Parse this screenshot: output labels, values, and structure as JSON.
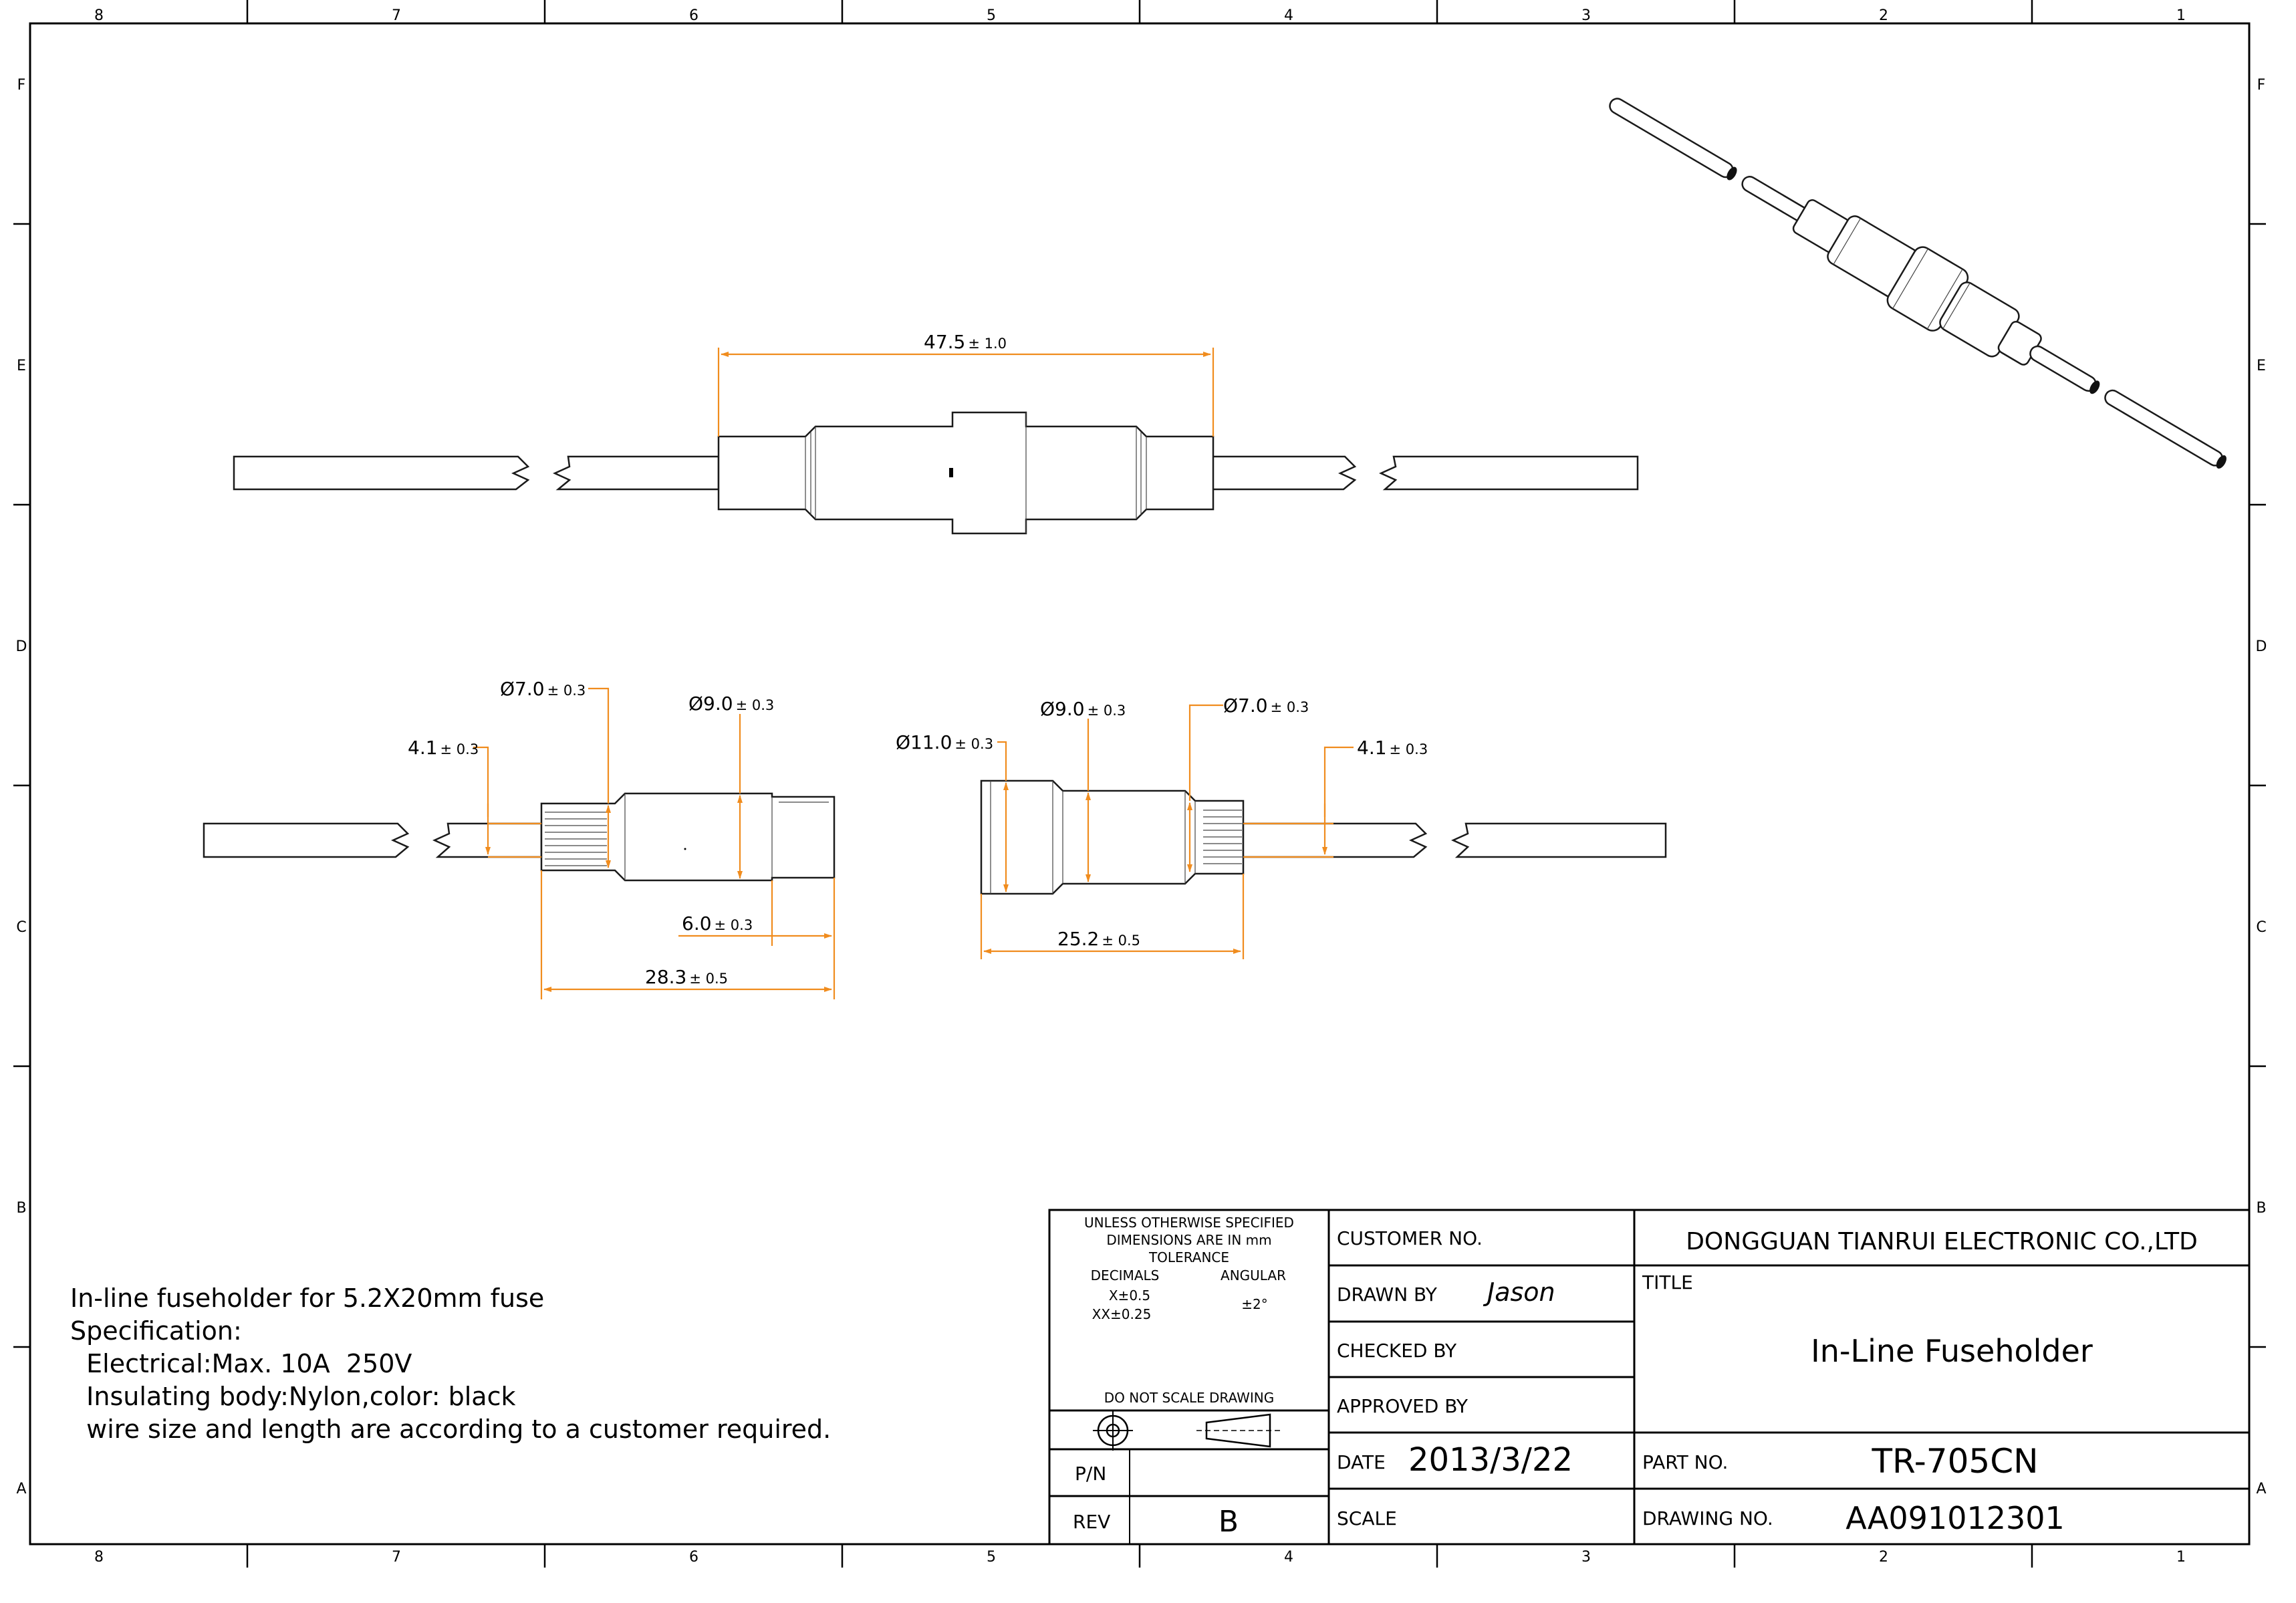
{
  "colors": {
    "dimension": "#f08c1e",
    "outline": "#000000",
    "background": "#ffffff"
  },
  "frame": {
    "columns": [
      "8",
      "7",
      "6",
      "5",
      "4",
      "3",
      "2",
      "1"
    ],
    "rows": [
      "F",
      "E",
      "D",
      "C",
      "B",
      "A"
    ]
  },
  "dimensions": {
    "top_length": {
      "value": "47.5",
      "tol": "± 1.0"
    },
    "left_d7": {
      "value": "Ø7.0",
      "tol": "± 0.3"
    },
    "left_d9": {
      "value": "Ø9.0",
      "tol": "± 0.3"
    },
    "left_41": {
      "value": "4.1",
      "tol": "± 0.3"
    },
    "left_60": {
      "value": "6.0",
      "tol": "± 0.3"
    },
    "left_283": {
      "value": "28.3",
      "tol": "± 0.5"
    },
    "right_d11": {
      "value": "Ø11.0",
      "tol": "± 0.3"
    },
    "right_d9": {
      "value": "Ø9.0",
      "tol": "± 0.3"
    },
    "right_d7": {
      "value": "Ø7.0",
      "tol": "± 0.3"
    },
    "right_41": {
      "value": "4.1",
      "tol": "± 0.3"
    },
    "right_252": {
      "value": "25.2",
      "tol": "± 0.5"
    }
  },
  "notes": {
    "line1": "In-line fuseholder for 5.2X20mm fuse",
    "line2": "Specification:",
    "line3": "  Electrical:Max. 10A  250V",
    "line4": "  Insulating body:Nylon,color: black",
    "line5": "  wire size and length are according to a customer required."
  },
  "title_block": {
    "tolerance": {
      "line1": "UNLESS OTHERWISE SPECIFIED",
      "line2": "DIMENSIONS ARE IN mm",
      "line3": "TOLERANCE",
      "decimals_label": "DECIMALS",
      "angular_label": "ANGULAR",
      "decimal_x": "X±0.5",
      "decimal_xx": "XX±0.25",
      "angular_value": "±2°",
      "do_not_scale": "DO NOT SCALE DRAWING"
    },
    "pn_label": "P/N",
    "pn_value": "",
    "rev_label": "REV",
    "rev_value": "B",
    "customer_no_label": "CUSTOMER NO.",
    "drawn_by_label": "DRAWN BY",
    "drawn_by_value": "Jason",
    "checked_by_label": "CHECKED BY",
    "approved_by_label": "APPROVED BY",
    "date_label": "DATE",
    "date_value": "2013/3/22",
    "scale_label": "SCALE",
    "company": "DONGGUAN TIANRUI ELECTRONIC CO.,LTD",
    "title_label": "TITLE",
    "title_value": "In-Line Fuseholder",
    "part_no_label": "PART NO.",
    "part_no_value": "TR-705CN",
    "drawing_no_label": "DRAWING NO.",
    "drawing_no_value": "AA091012301"
  }
}
